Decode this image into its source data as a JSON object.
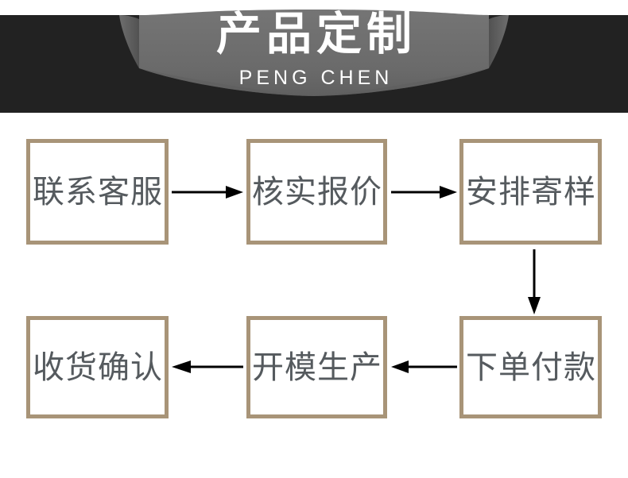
{
  "banner": {
    "title": "产品定制",
    "subtitle": "PENG CHEN",
    "colors": {
      "bar": "#222222",
      "ribbon": "#6e6e6e",
      "ribbon_fold": "#3a3a3a",
      "text": "#ffffff",
      "page_background": "#ffffff"
    }
  },
  "flowchart": {
    "colors": {
      "node_border": "#a89478",
      "node_fill": "#ffffff",
      "node_text": "#555a5e",
      "arrow": "#000000"
    },
    "nodes": [
      {
        "id": "contact-service",
        "label": "联系客服"
      },
      {
        "id": "verify-quote",
        "label": "核实报价"
      },
      {
        "id": "arrange-sample",
        "label": "安排寄样"
      },
      {
        "id": "place-order-pay",
        "label": "下单付款"
      },
      {
        "id": "mold-production",
        "label": "开模生产"
      },
      {
        "id": "receipt-confirm",
        "label": "收货确认"
      }
    ],
    "arrows": [
      {
        "id": "contact-to-quote",
        "direction": "right"
      },
      {
        "id": "quote-to-sample",
        "direction": "right"
      },
      {
        "id": "sample-to-order",
        "direction": "down"
      },
      {
        "id": "order-to-production",
        "direction": "left"
      },
      {
        "id": "production-to-receipt",
        "direction": "left"
      }
    ]
  }
}
